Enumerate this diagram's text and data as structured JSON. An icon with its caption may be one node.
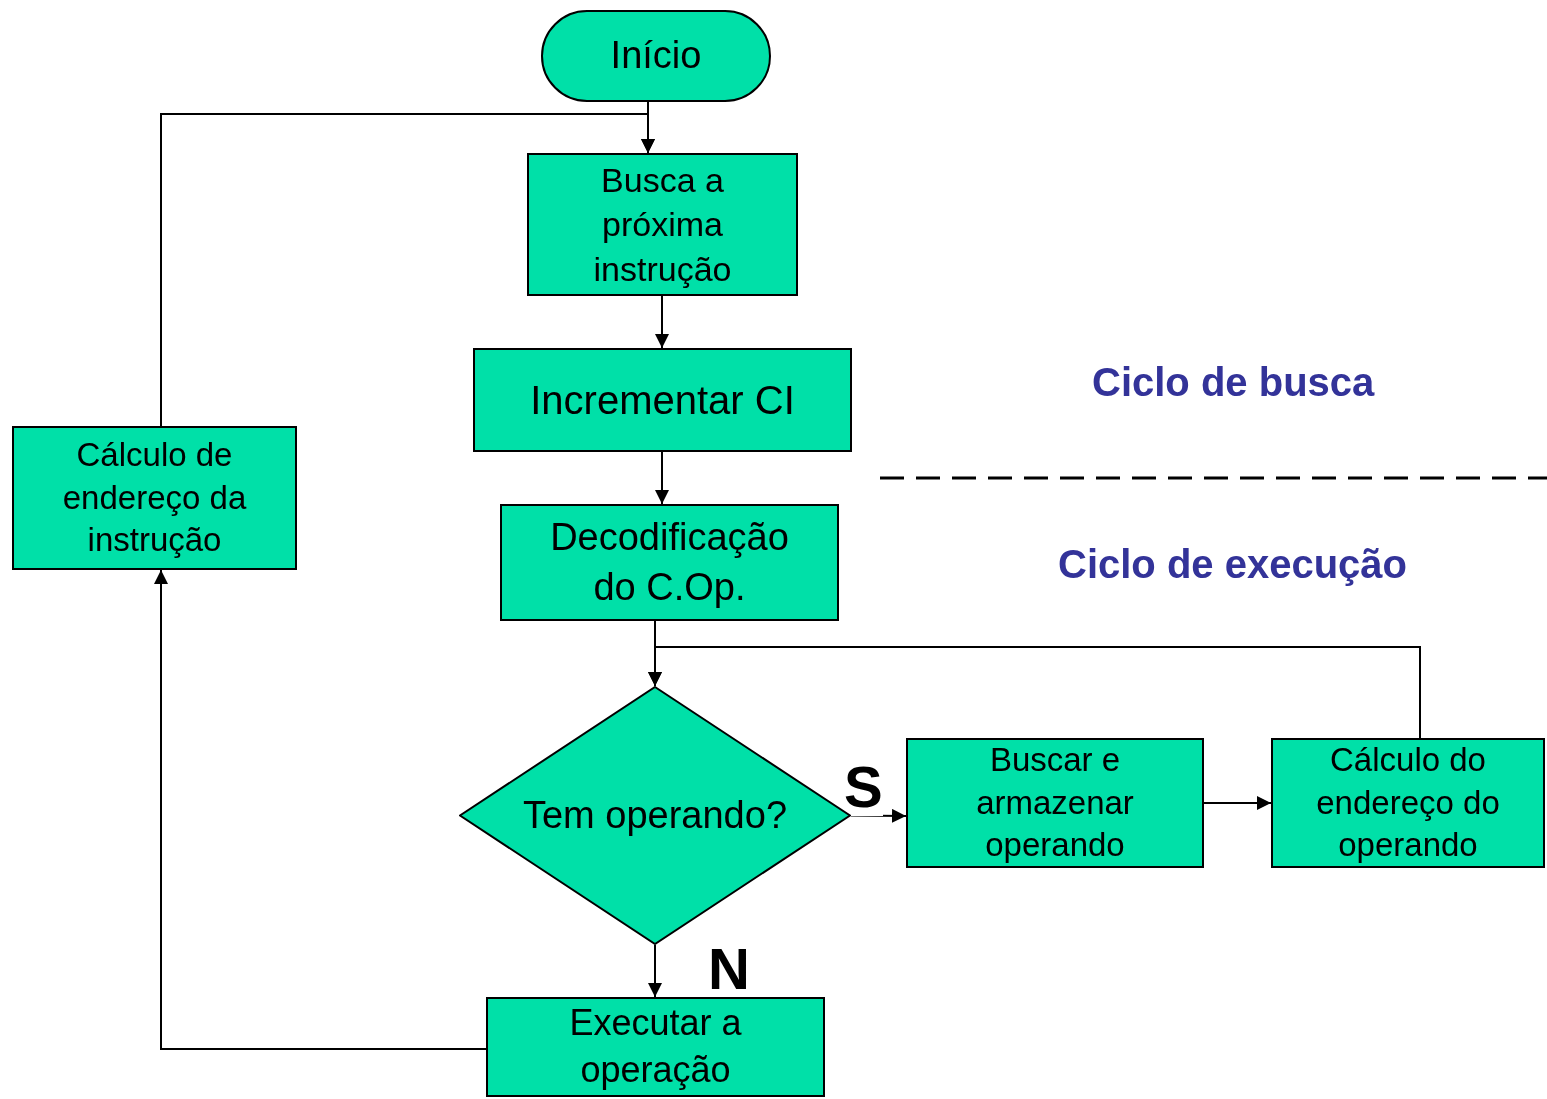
{
  "diagram": {
    "nodes": [
      {
        "text": [
          "Início"
        ]
      },
      {
        "text": [
          "Busca a próxima instrução"
        ]
      },
      {
        "text": [
          "Incrementar CI"
        ]
      },
      {
        "text": [
          "Decodificação do C.Op."
        ]
      },
      {
        "text": [
          "Tem operando?"
        ]
      },
      {
        "text": [
          "Buscar e armazenar operando"
        ]
      },
      {
        "text": [
          "Cálculo do endereço do operando"
        ]
      },
      {
        "text": [
          "Executar a operação"
        ]
      },
      {
        "text": [
          "Cálculo de endereço da instrução"
        ]
      }
    ],
    "edges": [
      {
        "from": 0,
        "to": 1,
        "arrow": "to"
      },
      {
        "from": 1,
        "to": 2,
        "arrow": "to"
      },
      {
        "from": 2,
        "to": 3,
        "arrow": "to"
      },
      {
        "from": 3,
        "to": 4,
        "arrow": "to"
      },
      {
        "from": 4,
        "to": 5,
        "arrow": "to",
        "label": "S"
      },
      {
        "from": 5,
        "to": 6,
        "arrow": "to"
      },
      {
        "from": 6,
        "to": 4,
        "arrow": "to"
      },
      {
        "from": 4,
        "to": 7,
        "arrow": "to",
        "label": "N"
      },
      {
        "from": 7,
        "to": 8,
        "arrow": "to"
      },
      {
        "from": 8,
        "to": 1,
        "arrow": "to"
      }
    ],
    "labels": [
      "Ciclo de busca",
      "Ciclo de execução"
    ]
  }
}
